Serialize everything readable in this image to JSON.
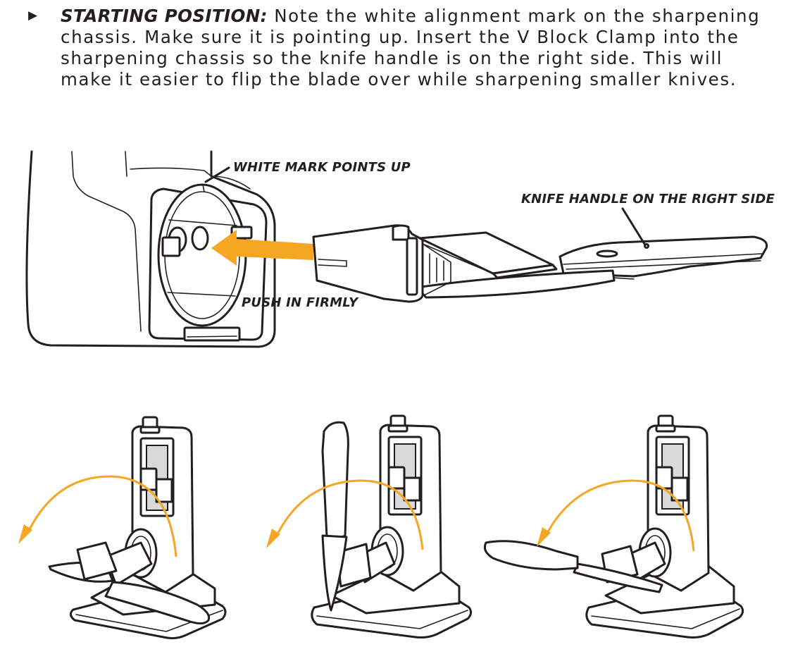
{
  "instruction": {
    "bullet_icon": "triangle-right",
    "label": "STARTING POSITION:",
    "text": " Note the white alignment mark on the sharpening chassis. Make sure it is pointing up. Insert the V Block Clamp into the sharpening chassis so the knife handle is on the right side. This will make it easier to flip the blade over while sharpening smaller knives."
  },
  "callouts": {
    "white_mark": "WHITE MARK POINTS UP",
    "knife_handle": "KNIFE HANDLE ON THE RIGHT SIDE",
    "push": "PUSH IN FIRMLY"
  },
  "colors": {
    "accent": "#f5a623",
    "ink": "#231f20",
    "background": "#ffffff"
  }
}
